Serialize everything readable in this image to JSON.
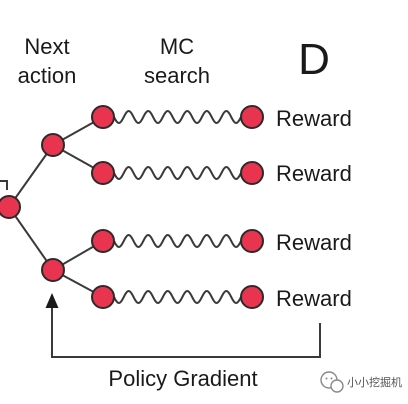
{
  "diagram": {
    "panel_letter": "D",
    "headers": {
      "next_action_line1": "Next",
      "next_action_line2": "action",
      "mc_search_line1": "MC",
      "mc_search_line2": "search"
    },
    "rewards": [
      "Reward",
      "Reward",
      "Reward",
      "Reward"
    ],
    "feedback_label": "Policy Gradient",
    "watermark": "小小挖掘机",
    "colors": {
      "node_fill": "#e8344e",
      "node_stroke": "#2b2b2b",
      "line": "#3a3a3a",
      "text": "#1a1a1a"
    }
  }
}
